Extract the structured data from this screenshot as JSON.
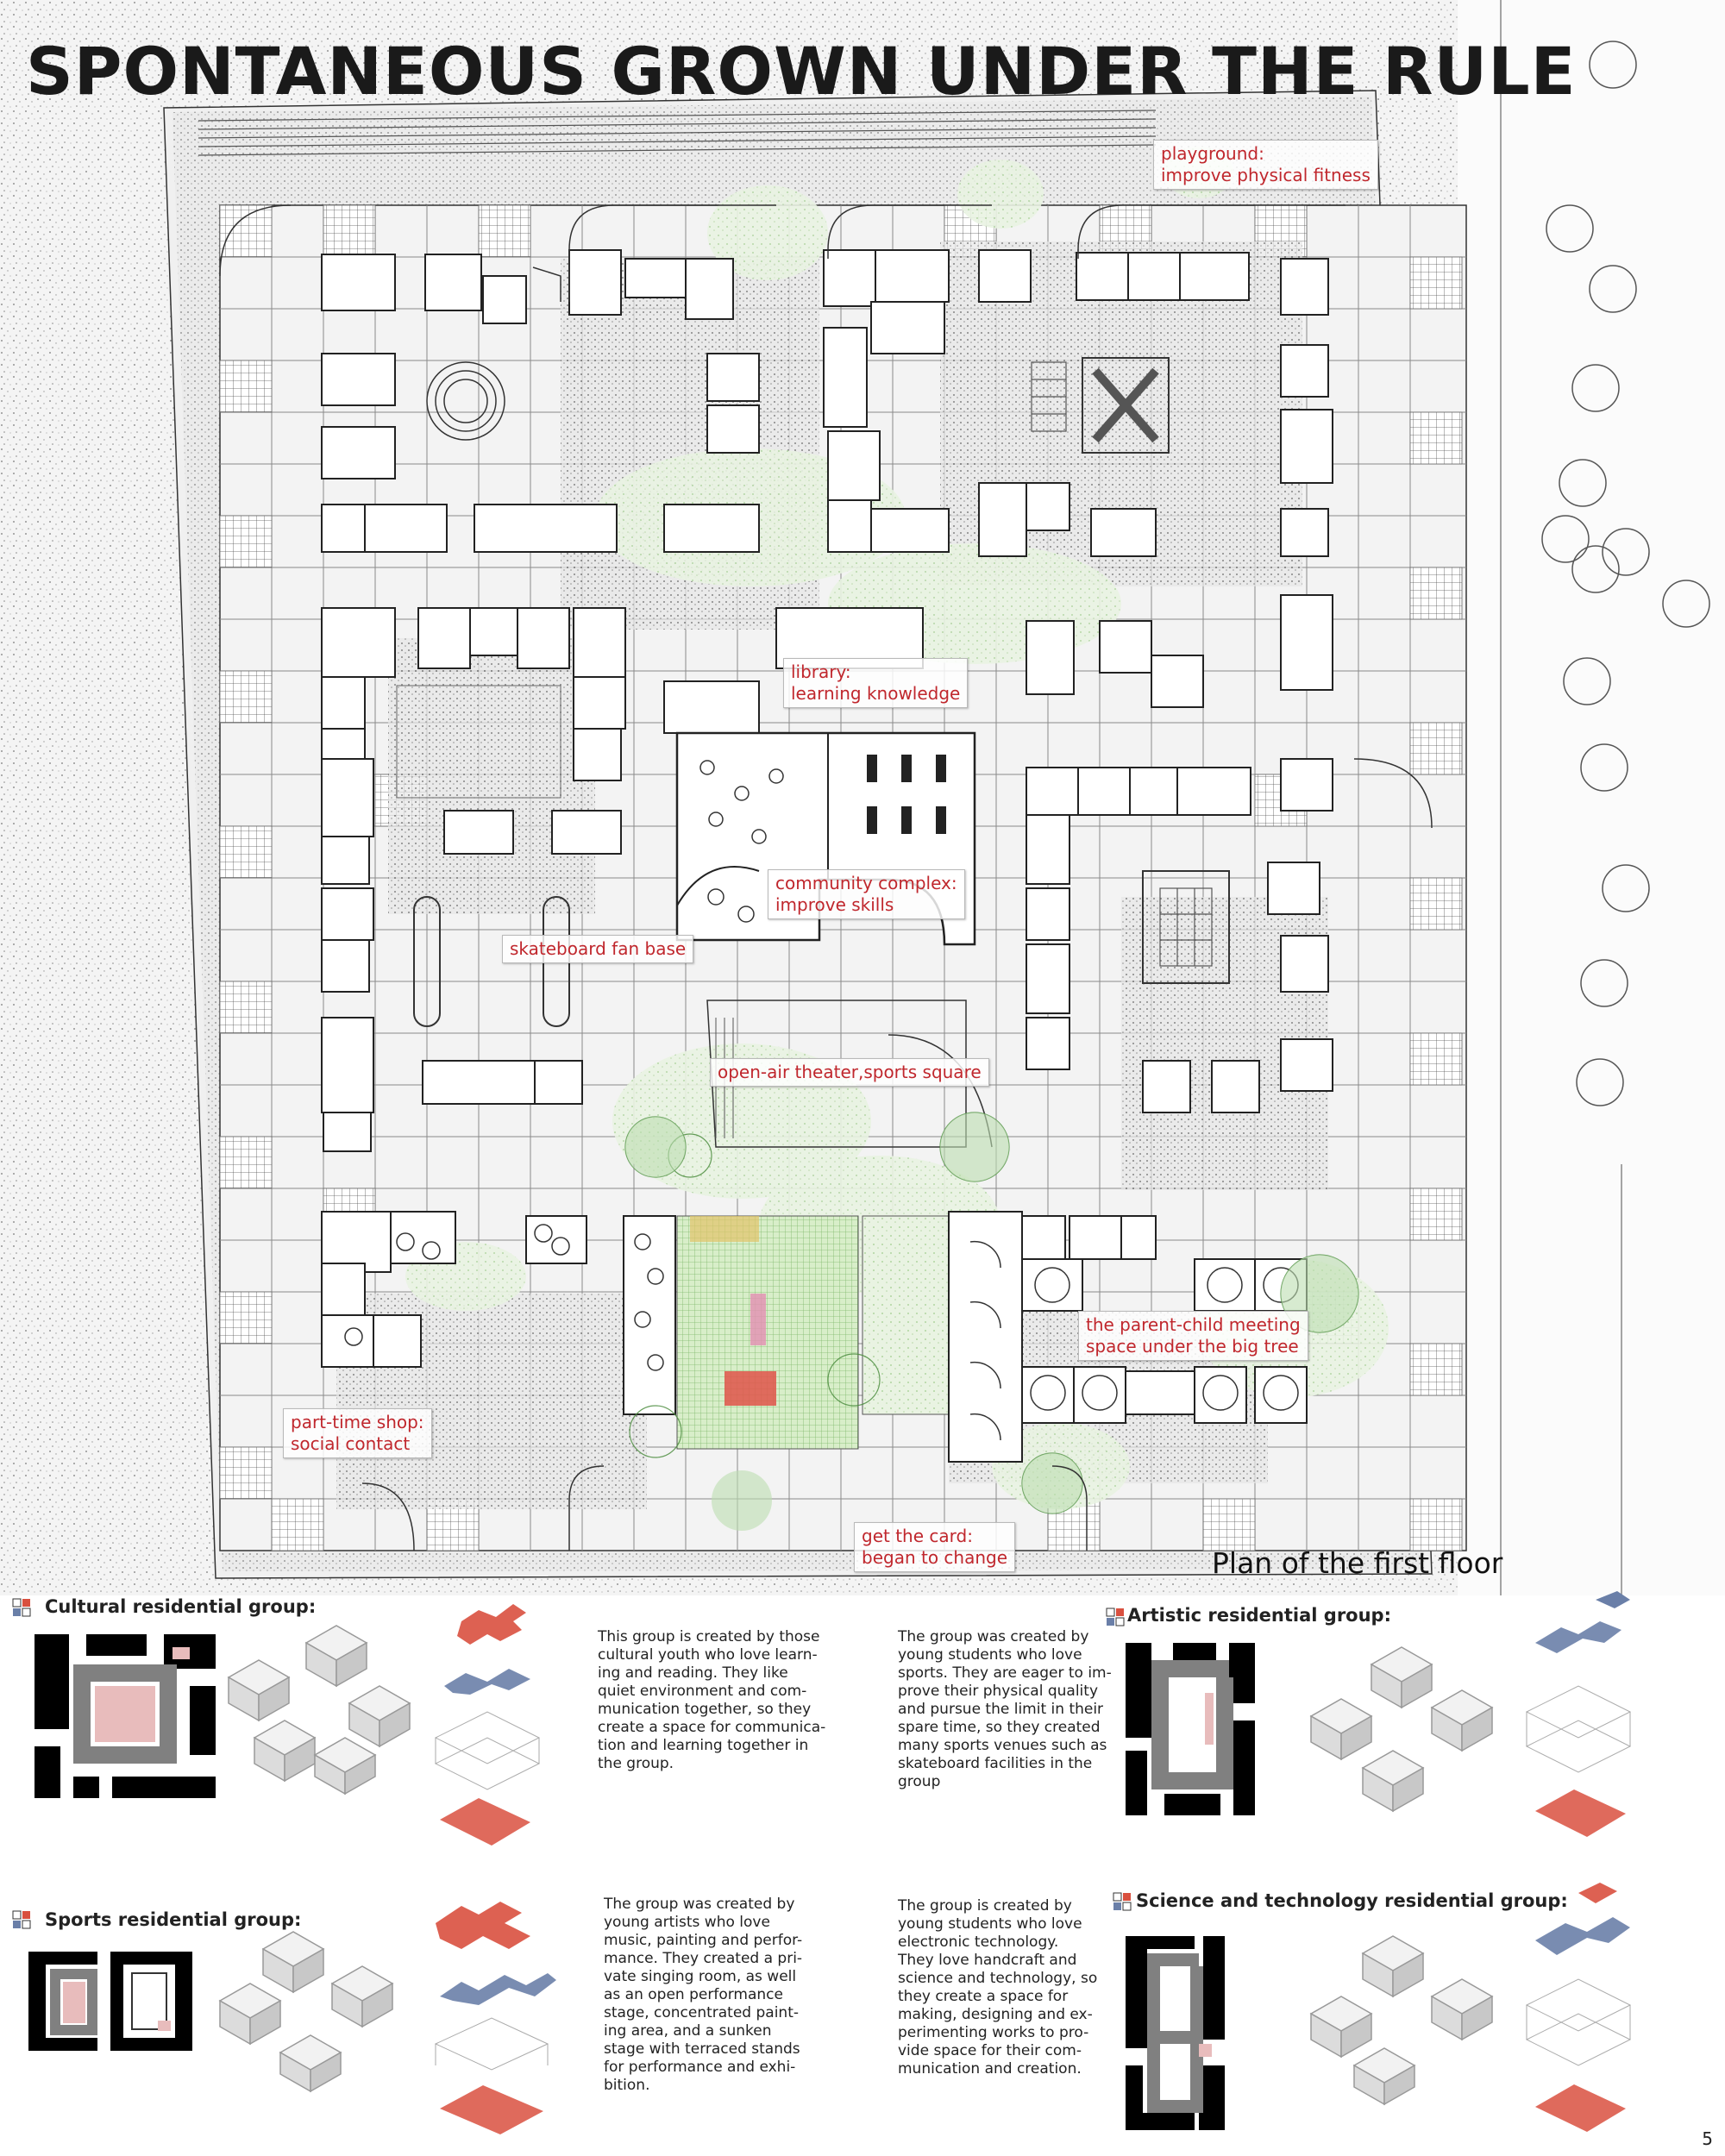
{
  "title": "SPONTANEOUS GROWN UNDER THE RULE",
  "plan": {
    "caption": "Plan of the first floor",
    "labels": {
      "playground": [
        "playground:",
        "improve physical fitness"
      ],
      "library": [
        "library:",
        "learning knowledge"
      ],
      "community": [
        "community complex:",
        "improve skills"
      ],
      "skateboard": [
        "skateboard fan base"
      ],
      "theater": [
        "open-air theater,sports square"
      ],
      "parent_child": [
        "the parent-child meeting",
        "space under the big tree"
      ],
      "shop": [
        "part-time shop:",
        "social contact"
      ],
      "card": [
        "get the card:",
        "began to change"
      ]
    }
  },
  "groups": {
    "cultural": {
      "title": "Cultural residential group:",
      "description": [
        "This group is created by those",
        "cultural youth who love learn-",
        "ing and reading. They like",
        "quiet environment and com-",
        "munication together, so they",
        "create a space for communica-",
        "tion and learning together in",
        "the group."
      ]
    },
    "sports": {
      "title": "Sports residential group:",
      "description": [
        "The group was created by",
        "young students who love",
        "sports. They are eager to im-",
        "prove their physical quality",
        "and pursue the limit in their",
        "spare time, so they created",
        "many sports venues such as",
        "skateboard facilities in the",
        "group"
      ]
    },
    "artistic": {
      "title": "Artistic residential group:",
      "description": [
        "The group was created by",
        "young artists who love",
        "music, painting and perfor-",
        "mance. They created a pri-",
        "vate singing room, as well",
        "as an open performance",
        "stage, concentrated paint-",
        "ing area, and a sunken",
        "stage with terraced stands",
        "for performance and exhi-",
        "bition."
      ]
    },
    "science": {
      "title": "Science and technology residential  group:",
      "description": [
        "The group is created by",
        "young students who love",
        "electronic technology.",
        "They love handcraft and",
        "science and technology, so",
        "they create a space for",
        "making, designing and ex-",
        "perimenting works to pro-",
        "vide space for their com-",
        "munication and creation."
      ]
    }
  },
  "page_number": "5",
  "colors": {
    "label_text": "#c0272d",
    "accent_red": "#d9503f",
    "accent_blue": "#6a7fa8",
    "vegetation": "#8ec97c"
  }
}
